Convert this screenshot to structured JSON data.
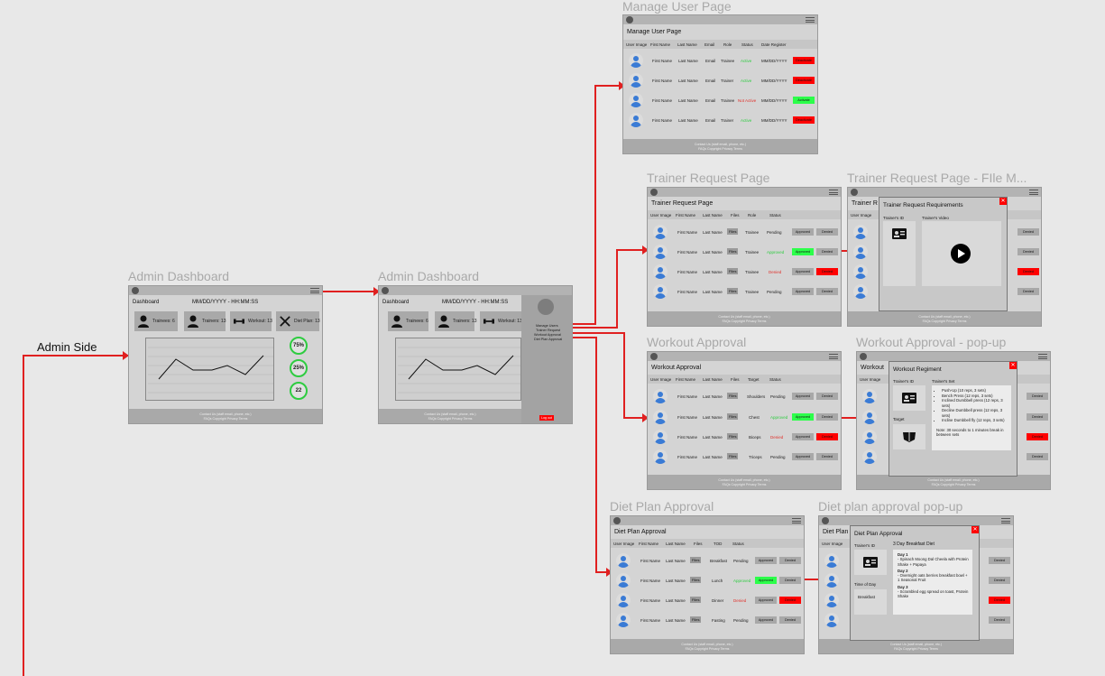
{
  "side_label": "Admin Side",
  "common": {
    "user_image": "User Image",
    "first_name": "First Name",
    "last_name": "Last Name",
    "email": "Email",
    "role": "Role",
    "status": "Status",
    "date_register": "Date Register",
    "files": "Files",
    "target": "Target",
    "tod": "TOD",
    "approved": "Approved",
    "denied": "Denied",
    "footer_line1": "Contact Us (staff email, phone, etc.)",
    "footer_line2": "FAQs  Copyright  Privacy  Terms"
  },
  "admin_dashboard_1": {
    "frame_title": "Admin Dashboard",
    "label": "Dashboard",
    "datetime": "MM/DD/YYYY - HH:MM:SS",
    "stats": [
      "Trainees: 6",
      "Trainers: 13",
      "Workout: 13",
      "Diet Plan: 13"
    ],
    "rings": [
      "75%",
      "25%",
      "22"
    ]
  },
  "admin_dashboard_2": {
    "frame_title": "Admin Dashboard",
    "label": "Dashboard",
    "datetime": "MM/DD/YYYY - HH:MM:SS",
    "stats": [
      "Trainees: 6",
      "Trainers: 13",
      "Workout: 13"
    ],
    "side_menu": [
      "Manage Users",
      "Trainer Request",
      "Workout Approval",
      "Diet Plan Approval"
    ],
    "logout": "Log out"
  },
  "manage_user": {
    "frame_title": "Manage User Page",
    "page_title": "Manage User Page",
    "rows": [
      {
        "role": "Trainee",
        "status": "Active",
        "date": "MM/DD/YYYY",
        "action": "Deactivate"
      },
      {
        "role": "Trainer",
        "status": "Active",
        "date": "MM/DD/YYYY",
        "action": "Deactivate"
      },
      {
        "role": "Trainee",
        "status": "Not Active",
        "date": "MM/DD/YYYY",
        "action": "Activate"
      },
      {
        "role": "Trainer",
        "status": "Active",
        "date": "MM/DD/YYYY",
        "action": "Deactivate"
      }
    ]
  },
  "trainer_request": {
    "frame_title": "Trainer Request Page",
    "page_title": "Trainer Request Page",
    "rows": [
      {
        "role": "Trainee",
        "status": "Pending"
      },
      {
        "role": "Trainee",
        "status": "Approved"
      },
      {
        "role": "Trainee",
        "status": "Denied"
      },
      {
        "role": "Trainee",
        "status": "Pending"
      }
    ]
  },
  "trainer_request_modal": {
    "frame_title": "Trainer Request Page - FIle M...",
    "bg_title": "Trainer R",
    "modal_title": "Trainer Request Requirements",
    "trainer_id": "Trainer's ID",
    "trainer_video": "Trainer's Video"
  },
  "workout_approval": {
    "frame_title": "Workout Approval",
    "page_title": "Workout Approval",
    "rows": [
      {
        "target": "Shoulders",
        "status": "Pending"
      },
      {
        "target": "Chest",
        "status": "Approved"
      },
      {
        "target": "Biceps",
        "status": "Denied"
      },
      {
        "target": "Triceps",
        "status": "Pending"
      }
    ]
  },
  "workout_modal": {
    "frame_title": "Workout Approval - pop-up",
    "bg_title": "Workout",
    "modal_title": "Workout Regiment",
    "trainer_id": "Trainer's ID",
    "trainer_set": "Trainer's Set",
    "target": "Target",
    "set_items": [
      "Push-Up (10 reps, 3 sets)",
      "Bench Press (12 reps, 3 sets)",
      "Inclined Dumbbell press (12 reps, 3 sets)",
      "Decline Dumbbell press (12 reps, 3 sets)",
      "Incline Dumbbell fly (12 reps, 3 sets)"
    ],
    "note": "Note: 30 seconds to 1 minutes break in between sets"
  },
  "diet_approval": {
    "frame_title": "Diet Plan Approval",
    "page_title": "Diet Plan Approval",
    "rows": [
      {
        "tod": "Breakfast",
        "status": "Pending"
      },
      {
        "tod": "Lunch",
        "status": "Approved"
      },
      {
        "tod": "Dinner",
        "status": "Denied"
      },
      {
        "tod": "Fasting",
        "status": "Pending"
      }
    ]
  },
  "diet_modal": {
    "frame_title": "Diet plan approval pop-up",
    "bg_title": "Diet Plan",
    "modal_title": "Diet Plan Approval",
    "trainer_id": "Trainer's ID",
    "plan_title": "3 Day Breakfast Diet",
    "time_of_day": "Time of Day",
    "tod_value": "Breakfast",
    "days": [
      {
        "day": "Day 1",
        "text": "- Spinach Moong Dal Cheela with Protein Shake + Papaya"
      },
      {
        "day": "Day 2",
        "text": "- Overnight oats berries breakfast bowl + 1 Seasonal Fruit"
      },
      {
        "day": "Day 3",
        "text": "- Scrambled egg spread on toast, Protein Shake"
      }
    ]
  },
  "colors": {
    "accent_red": "#e02020",
    "active_green": "#2ecc40",
    "deny_red": "#ff0000",
    "approve_green": "#2cff4a"
  }
}
